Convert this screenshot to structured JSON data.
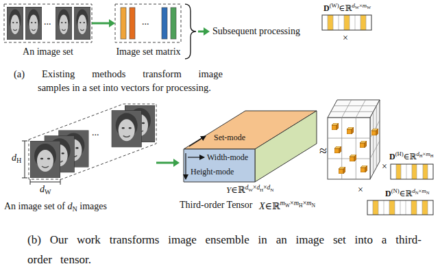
{
  "diagram": {
    "nodes": [
      {
        "text": [
          "An image set"
        ]
      },
      {
        "text": [
          "Image set matrix"
        ]
      },
      {
        "text": [
          "An image set of dN images"
        ]
      },
      {
        "text": [
          "Y∈ℝdW×dH×dN",
          "Third-order Tensor"
        ]
      }
    ],
    "edges": [
      {
        "from": 0,
        "to": 1,
        "arrow": "to"
      },
      {
        "from": 2,
        "to": 3,
        "arrow": "to"
      }
    ],
    "labels": [
      "...",
      "...",
      "Subsequent processing",
      "(a) Existing methods transform image samples in a set into vectors for processing.",
      "D(W)∈ℝdW×mW",
      "×",
      "dH",
      "dW",
      "...",
      "Set-mode",
      "Width-mode",
      "Height-mode",
      "≈",
      "X∈ℝmW×mH×mN",
      "×",
      "D(H)∈ℝdH×mH",
      "×",
      "D(N)∈ℝdN×mN",
      "(b) Our work transforms image ensemble in an image set into a third-order tensor."
    ]
  }
}
